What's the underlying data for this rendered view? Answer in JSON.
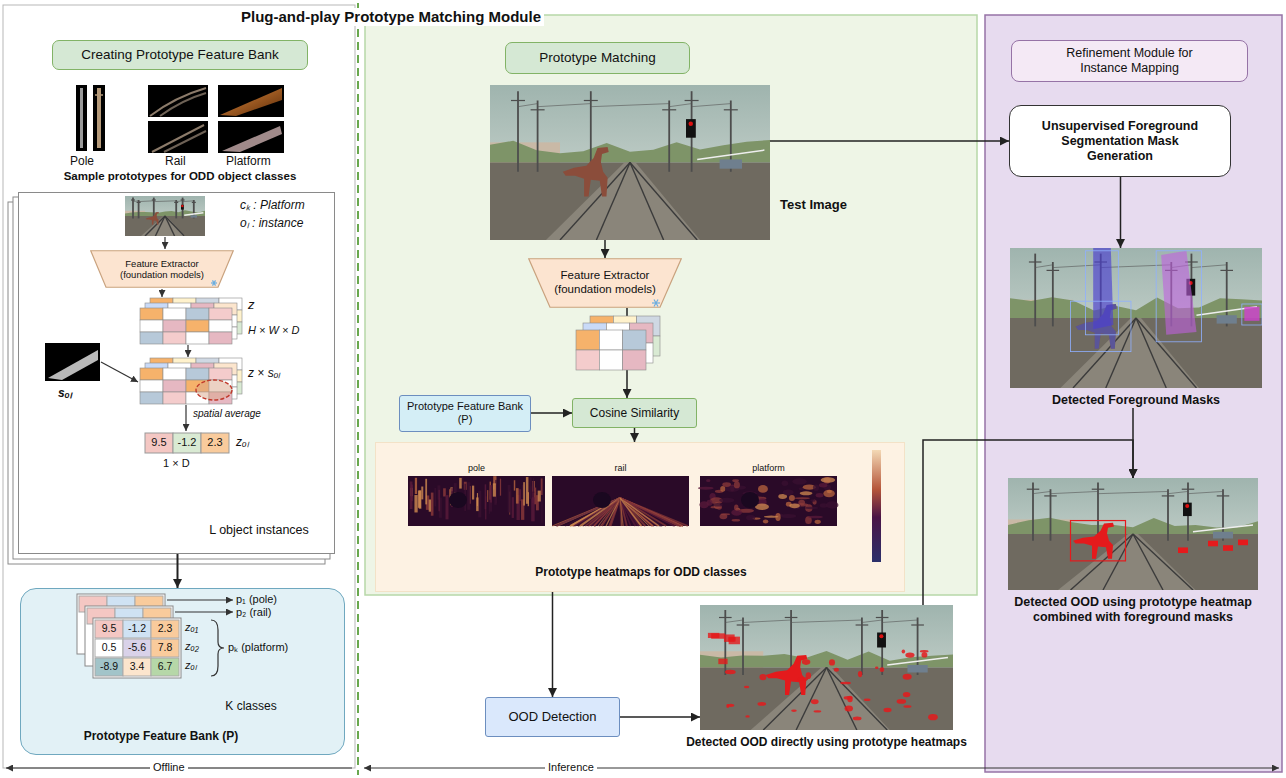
{
  "diagram": {
    "title": "Plug-and-play Prototype Matching Module",
    "nodes": [
      {
        "text": [
          "Creating Prototype Feature Bank"
        ]
      },
      {
        "text": [
          "L object instances"
        ]
      },
      {
        "text": [
          "Feature Extractor (foundation models)"
        ],
        "in": 1
      },
      {
        "text": [
          "Prototype Feature Bank (P)",
          "K classes"
        ]
      },
      {
        "text": [
          "Prototype Matching"
        ]
      },
      {
        "text": [
          "Test Image"
        ]
      },
      {
        "text": [
          "Feature Extractor (foundation models)"
        ]
      },
      {
        "text": [
          "Prototype Feature Bank (P)"
        ]
      },
      {
        "text": [
          "Cosine Similarity"
        ]
      },
      {
        "text": [
          "Prototype heatmaps for ODD classes"
        ]
      },
      {
        "text": [
          "OOD Detection"
        ]
      },
      {
        "text": [
          "Detected OOD directly using prototype heatmaps"
        ]
      },
      {
        "text": [
          "Refinement Module for Instance Mapping"
        ]
      },
      {
        "text": [
          "Unsupervised Foreground Segmentation Mask Generation"
        ]
      },
      {
        "text": [
          "Detected Foreground Masks"
        ]
      },
      {
        "text": [
          "Detected OOD using prototype heatmap combined with foreground masks"
        ]
      }
    ],
    "edges": [
      {
        "from": 5,
        "to": 6,
        "arrow": "to"
      },
      {
        "from": 6,
        "to": 8,
        "arrow": "to"
      },
      {
        "from": 7,
        "to": 8,
        "arrow": "to"
      },
      {
        "from": 8,
        "to": 9,
        "arrow": "to"
      },
      {
        "from": 9,
        "to": 10,
        "arrow": "to"
      },
      {
        "from": 10,
        "to": 11,
        "arrow": "to"
      },
      {
        "from": 5,
        "to": 13,
        "arrow": "to"
      },
      {
        "from": 13,
        "to": 14,
        "arrow": "to"
      },
      {
        "from": 14,
        "to": 15,
        "arrow": "to"
      },
      {
        "from": 11,
        "to": 15,
        "arrow": "to"
      },
      {
        "from": 1,
        "to": 3,
        "arrow": "to"
      }
    ],
    "labels": [
      "Pole",
      "Rail",
      "Platform",
      "Sample prototypes for ODD object classes",
      "cₖ : Platform",
      "oₗ : instance",
      "z",
      "H × W × D",
      "sₒₗ",
      "z × sₒₗ",
      "spatial average",
      "9.5",
      "-1.2",
      "2.3",
      "zₒₗ",
      "1 × D",
      "p₁ (pole)",
      "p₂ (rail)",
      "9.5",
      "-1.2",
      "2.3",
      "zₒ₁",
      "0.5",
      "-5.6",
      "7.8",
      "zₒ₂",
      "-8.9",
      "3.4",
      "6.7",
      "zₒₗ",
      "pₖ (platform)",
      "pole",
      "rail",
      "platform",
      "Offline",
      "Inference"
    ]
  }
}
